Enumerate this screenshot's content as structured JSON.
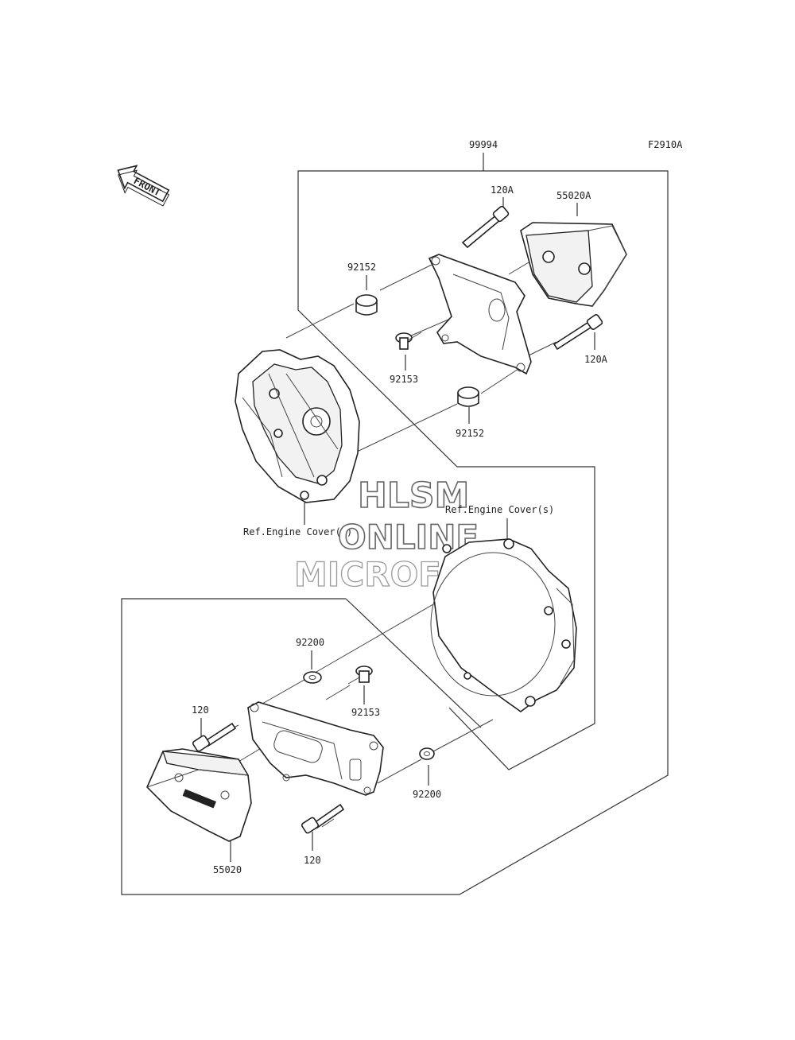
{
  "figure_code": "F2910A",
  "front_label": "FRONT",
  "watermark": {
    "line1": "HLSM",
    "line2": "ONLINE",
    "line3": "MICROFICHE"
  },
  "labels": {
    "assembly": "99994",
    "bolt_upper_top": "120A",
    "slider_upper": "55020A",
    "collar_left": "92152",
    "screw_upper": "92153",
    "bolt_upper_right": "120A",
    "collar_right": "92152",
    "ref_left": "Ref.Engine Cover(s)",
    "ref_right": "Ref.Engine Cover(s)",
    "washer_top": "92200",
    "screw_lower": "92153",
    "bolt_lower_top": "120",
    "washer_bottom": "92200",
    "slider_lower": "55020",
    "bolt_lower_bottom": "120"
  }
}
